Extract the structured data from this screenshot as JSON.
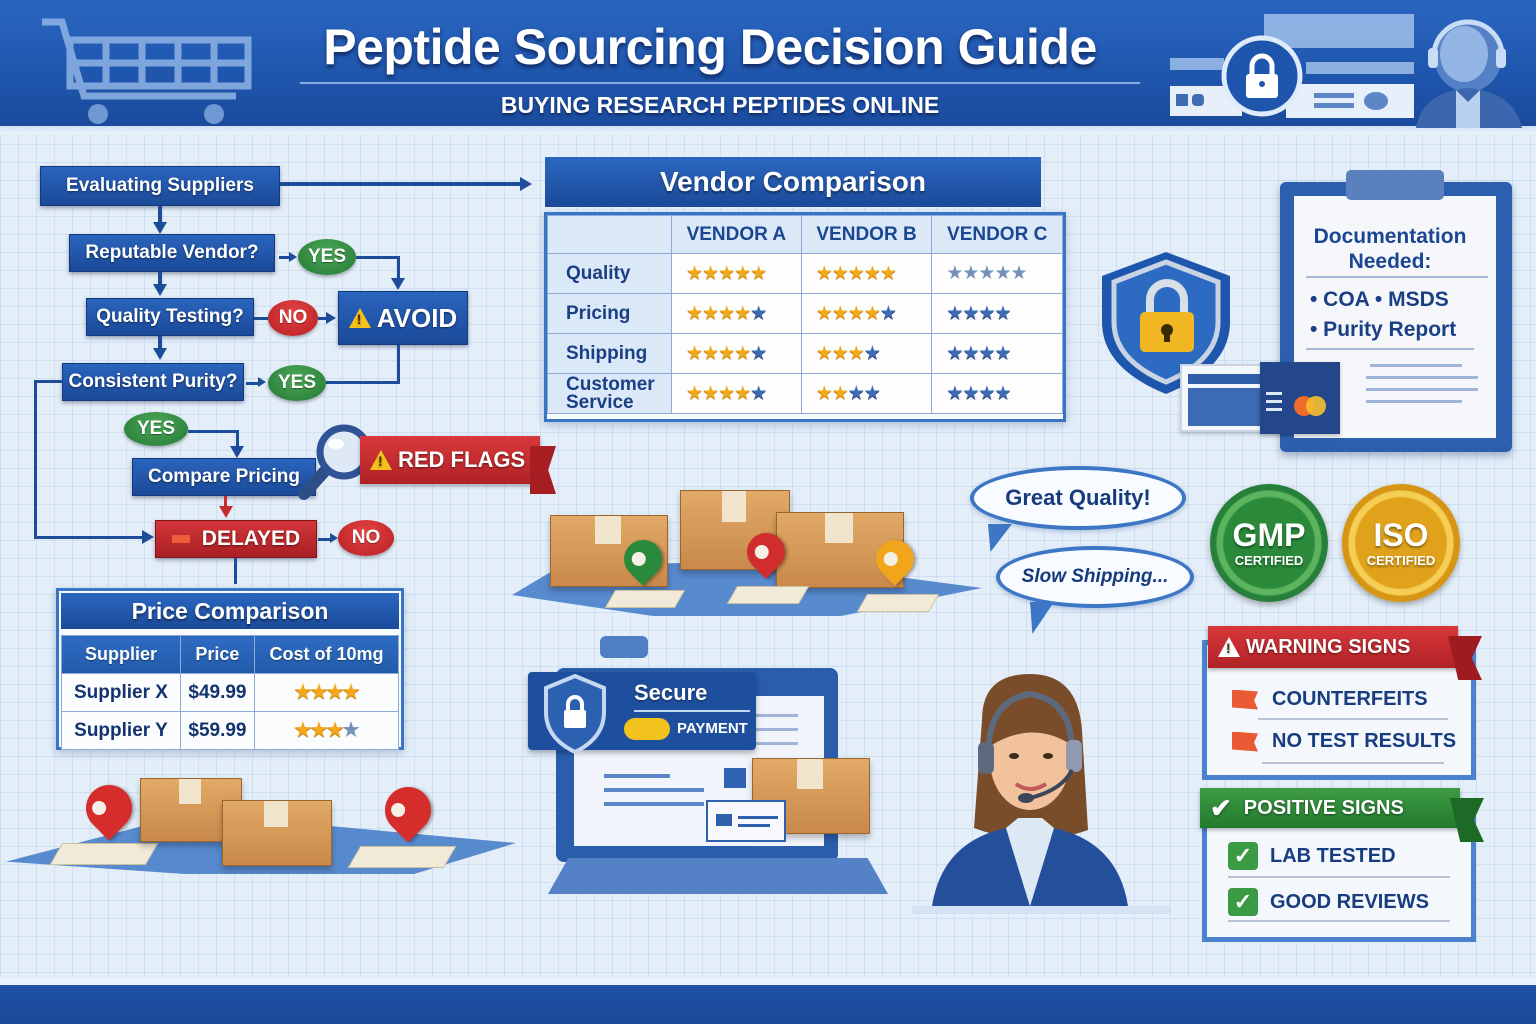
{
  "header": {
    "title": "Peptide Sourcing Decision Guide",
    "subtitle": "BUYING RESEARCH PEPTIDES ONLINE",
    "icons": [
      "shopping-cart-icon",
      "lock-icon",
      "support-agent-icon"
    ]
  },
  "flowchart": {
    "start": "Evaluating Suppliers",
    "q1": "Reputable Vendor?",
    "q1_answer": "YES",
    "q2": "Quality Testing?",
    "q2_answer": "NO",
    "avoid": "AVOID",
    "q3": "Consistent Purity?",
    "q3_answer_right": "YES",
    "q3_answer_down": "YES",
    "compare": "Compare Pricing",
    "red_flags": "RED FLAGS",
    "delayed": "DELAYED",
    "delayed_answer": "NO"
  },
  "price_comparison": {
    "title": "Price Comparison",
    "columns": [
      "Supplier",
      "Price",
      "Cost of 10mg"
    ],
    "rows": [
      {
        "supplier": "Supplier X",
        "price": "$49.99",
        "stars_filled": 4,
        "stars_empty": 0
      },
      {
        "supplier": "Supplier Y",
        "price": "$59.99",
        "stars_filled": 3,
        "stars_empty": 1
      }
    ]
  },
  "vendor_comparison": {
    "title": "Vendor Comparison",
    "columns": [
      "VENDOR A",
      "VENDOR B",
      "VENDOR C"
    ],
    "rows": [
      {
        "label": "Quality",
        "ratings": [
          {
            "gold": 5,
            "other": 0
          },
          {
            "gold": 5,
            "other": 0
          },
          {
            "gold": 0,
            "other": 5
          }
        ]
      },
      {
        "label": "Pricing",
        "ratings": [
          {
            "gold": 4,
            "other": 1
          },
          {
            "gold": 4,
            "other": 1
          },
          {
            "gold": 0,
            "other": 4
          }
        ]
      },
      {
        "label": "Shipping",
        "ratings": [
          {
            "gold": 4,
            "other": 1
          },
          {
            "gold": 3,
            "other": 1
          },
          {
            "gold": 0,
            "other": 4
          }
        ]
      },
      {
        "label": "Customer Service",
        "ratings": [
          {
            "gold": 4,
            "other": 1
          },
          {
            "gold": 2,
            "other": 2
          },
          {
            "gold": 0,
            "other": 4
          }
        ]
      }
    ]
  },
  "documentation": {
    "title_line1": "Documentation",
    "title_line2": "Needed:",
    "items_line1": "• COA • MSDS",
    "items_line2": "• Purity Report"
  },
  "reviews": {
    "bubble1": "Great Quality!",
    "bubble2": "Slow Shipping..."
  },
  "certifications": [
    {
      "big": "GMP",
      "small": "CERTIFIED",
      "color": "#2a8a3a"
    },
    {
      "big": "ISO",
      "small": "CERTIFIED",
      "color": "#e0a21a"
    }
  ],
  "secure_payment": {
    "line1": "Secure",
    "line2": "PAYMENT"
  },
  "warning_signs": {
    "title": "WARNING SIGNS",
    "items": [
      "COUNTERFEITS",
      "NO TEST RESULTS"
    ]
  },
  "positive_signs": {
    "title": "POSITIVE SIGNS",
    "items": [
      "LAB TESTED",
      "GOOD REVIEWS"
    ]
  },
  "colors": {
    "primary_blue": "#1f56ad",
    "yes_green": "#2f8a3e",
    "no_red": "#c62b2f",
    "star_gold": "#f3a81c"
  }
}
